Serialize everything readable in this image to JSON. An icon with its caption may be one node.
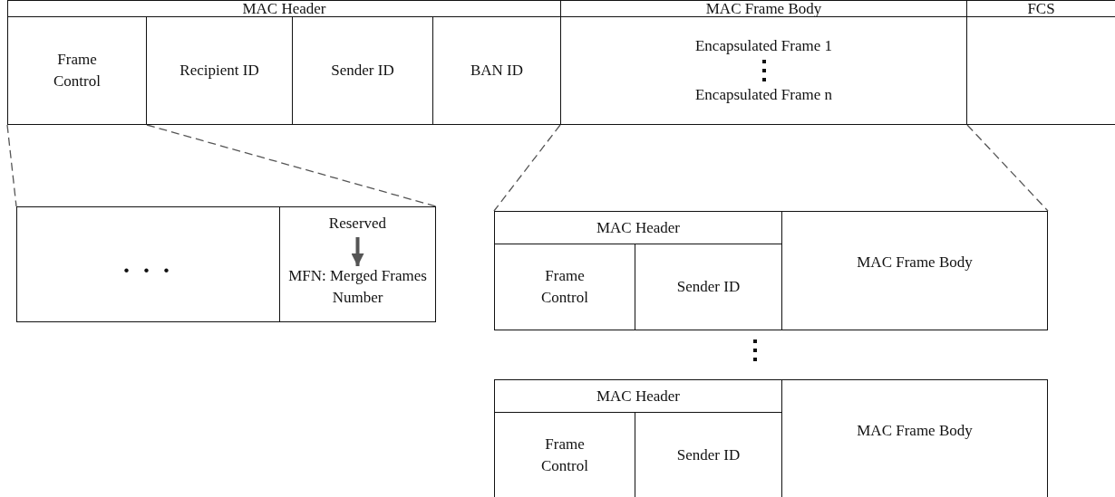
{
  "diagram": {
    "nodes": [
      {
        "text": [
          "MAC Header"
        ]
      },
      {
        "text": [
          "MAC Frame Body"
        ]
      },
      {
        "text": [
          "FCS"
        ]
      },
      {
        "text": [
          "Frame Control"
        ]
      },
      {
        "text": [
          "Recipient ID"
        ]
      },
      {
        "text": [
          "Sender ID"
        ]
      },
      {
        "text": [
          "BAN ID"
        ]
      },
      {
        "text": [
          "Encapsulated Frame 1",
          "Encapsulated Frame n"
        ]
      },
      {
        "text": [],
        "shape": "box"
      },
      {
        "text": [],
        "shape": "box"
      },
      {
        "text": [
          ". . ."
        ],
        "in": 9
      },
      {
        "text": [],
        "shape": "box",
        "in": 9
      },
      {
        "text": [
          "Reserved"
        ],
        "in": 11
      },
      {
        "text": [
          "MFN: Merged Frames Number"
        ],
        "in": 11
      },
      {
        "text": [],
        "shape": "box"
      },
      {
        "text": [
          "MAC Header"
        ],
        "in": 14
      },
      {
        "text": [
          "Frame Control"
        ],
        "in": 14
      },
      {
        "text": [
          "Sender ID"
        ],
        "in": 14
      },
      {
        "text": [
          "MAC Frame Body"
        ],
        "in": 14
      },
      {
        "text": [],
        "shape": "box"
      },
      {
        "text": [
          "MAC Header"
        ],
        "in": 19
      },
      {
        "text": [
          "Frame Control"
        ],
        "in": 19
      },
      {
        "text": [
          "Sender ID"
        ],
        "in": 19
      },
      {
        "text": [
          "MAC Frame Body"
        ],
        "in": 19
      }
    ],
    "edges": [
      {
        "from": 3,
        "to": 9,
        "arrow": "none",
        "style": "dashed"
      },
      {
        "from": 3,
        "to": 9,
        "arrow": "none",
        "style": "dashed"
      },
      {
        "from": 7,
        "to": 14,
        "arrow": "none",
        "style": "dashed"
      },
      {
        "from": 7,
        "to": 14,
        "arrow": "none",
        "style": "dashed"
      },
      {
        "from": 12,
        "to": 13,
        "arrow": "to",
        "style": "thick"
      }
    ]
  }
}
